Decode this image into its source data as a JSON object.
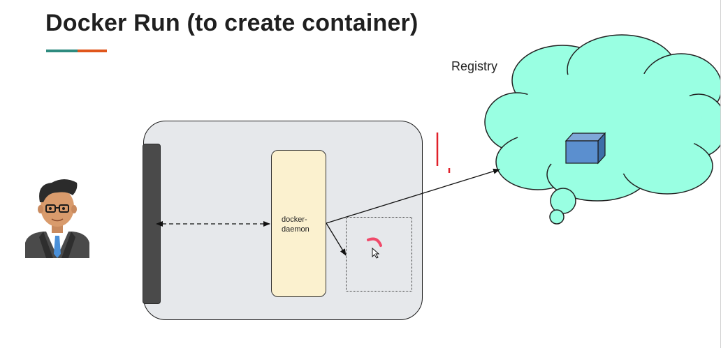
{
  "slide": {
    "title": "Docker Run (to create container)",
    "accent_colors": [
      "#2e8b7f",
      "#e0561c"
    ]
  },
  "diagram": {
    "host_fill": "#e6e8eb",
    "daemon": {
      "label": "docker-daemon",
      "fill": "#fbf1cf"
    },
    "registry": {
      "label": "Registry",
      "fill": "#99ffe2",
      "contents_icon": "box-icon"
    },
    "connections": [
      {
        "from": "client-bar",
        "to": "docker-daemon",
        "style": "dashed",
        "direction": "both"
      },
      {
        "from": "docker-daemon",
        "to": "registry",
        "style": "solid",
        "direction": "forward"
      },
      {
        "from": "docker-daemon",
        "to": "container-box",
        "style": "solid",
        "direction": "forward"
      }
    ],
    "user_icon": "developer-avatar-icon",
    "cursor_icon": "mouse-pointer-icon"
  }
}
